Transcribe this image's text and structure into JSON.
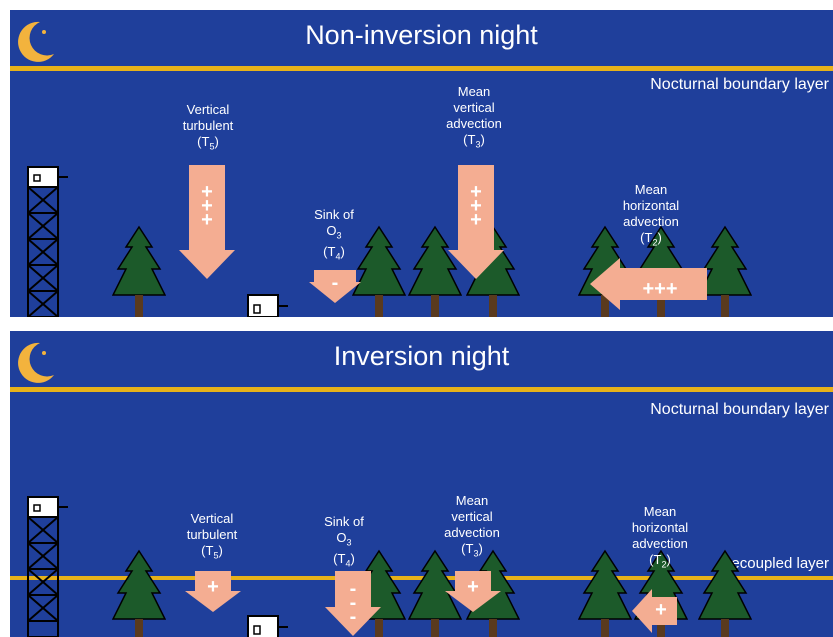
{
  "top_panel": {
    "title": "Non-inversion night",
    "boundary_label": "Nocturnal boundary layer",
    "labels": {
      "vt": [
        "Vertical",
        "turbulent",
        "(T",
        "5",
        ")"
      ],
      "sink": [
        "Sink of",
        "O",
        "3",
        "(T",
        "4",
        ")"
      ],
      "mva": [
        "Mean",
        "vertical",
        "advection",
        "(T",
        "3",
        ")"
      ],
      "mha": [
        "Mean",
        "horizontal",
        "advection",
        "(T",
        "2",
        ")"
      ]
    },
    "signs": {
      "vt": "+ + +",
      "sink": "-",
      "mva": "+ + +",
      "mha": "+++"
    }
  },
  "bottom_panel": {
    "title": "Inversion night",
    "boundary_label": "Nocturnal boundary layer",
    "decoupled_label": "Decoupled layer",
    "labels": {
      "vt": [
        "Vertical",
        "turbulent",
        "(T",
        "5",
        ")"
      ],
      "sink": [
        "Sink of",
        "O",
        "3",
        "(T",
        "4",
        ")"
      ],
      "mva": [
        "Mean",
        "vertical",
        "advection",
        "(T",
        "3",
        ")"
      ],
      "mha": [
        "Mean",
        "horizontal",
        "advection",
        "(T",
        "2",
        ")"
      ]
    },
    "signs": {
      "vt": "+",
      "sink": "- - -",
      "mva": "+",
      "mha": "+"
    }
  },
  "colors": {
    "background": "#1f3f9b",
    "rule": "#e7b21a",
    "arrow": "#f4ad92",
    "moon": "#f3b33d",
    "tree": "#1c5a2a",
    "tower": "#000000"
  }
}
